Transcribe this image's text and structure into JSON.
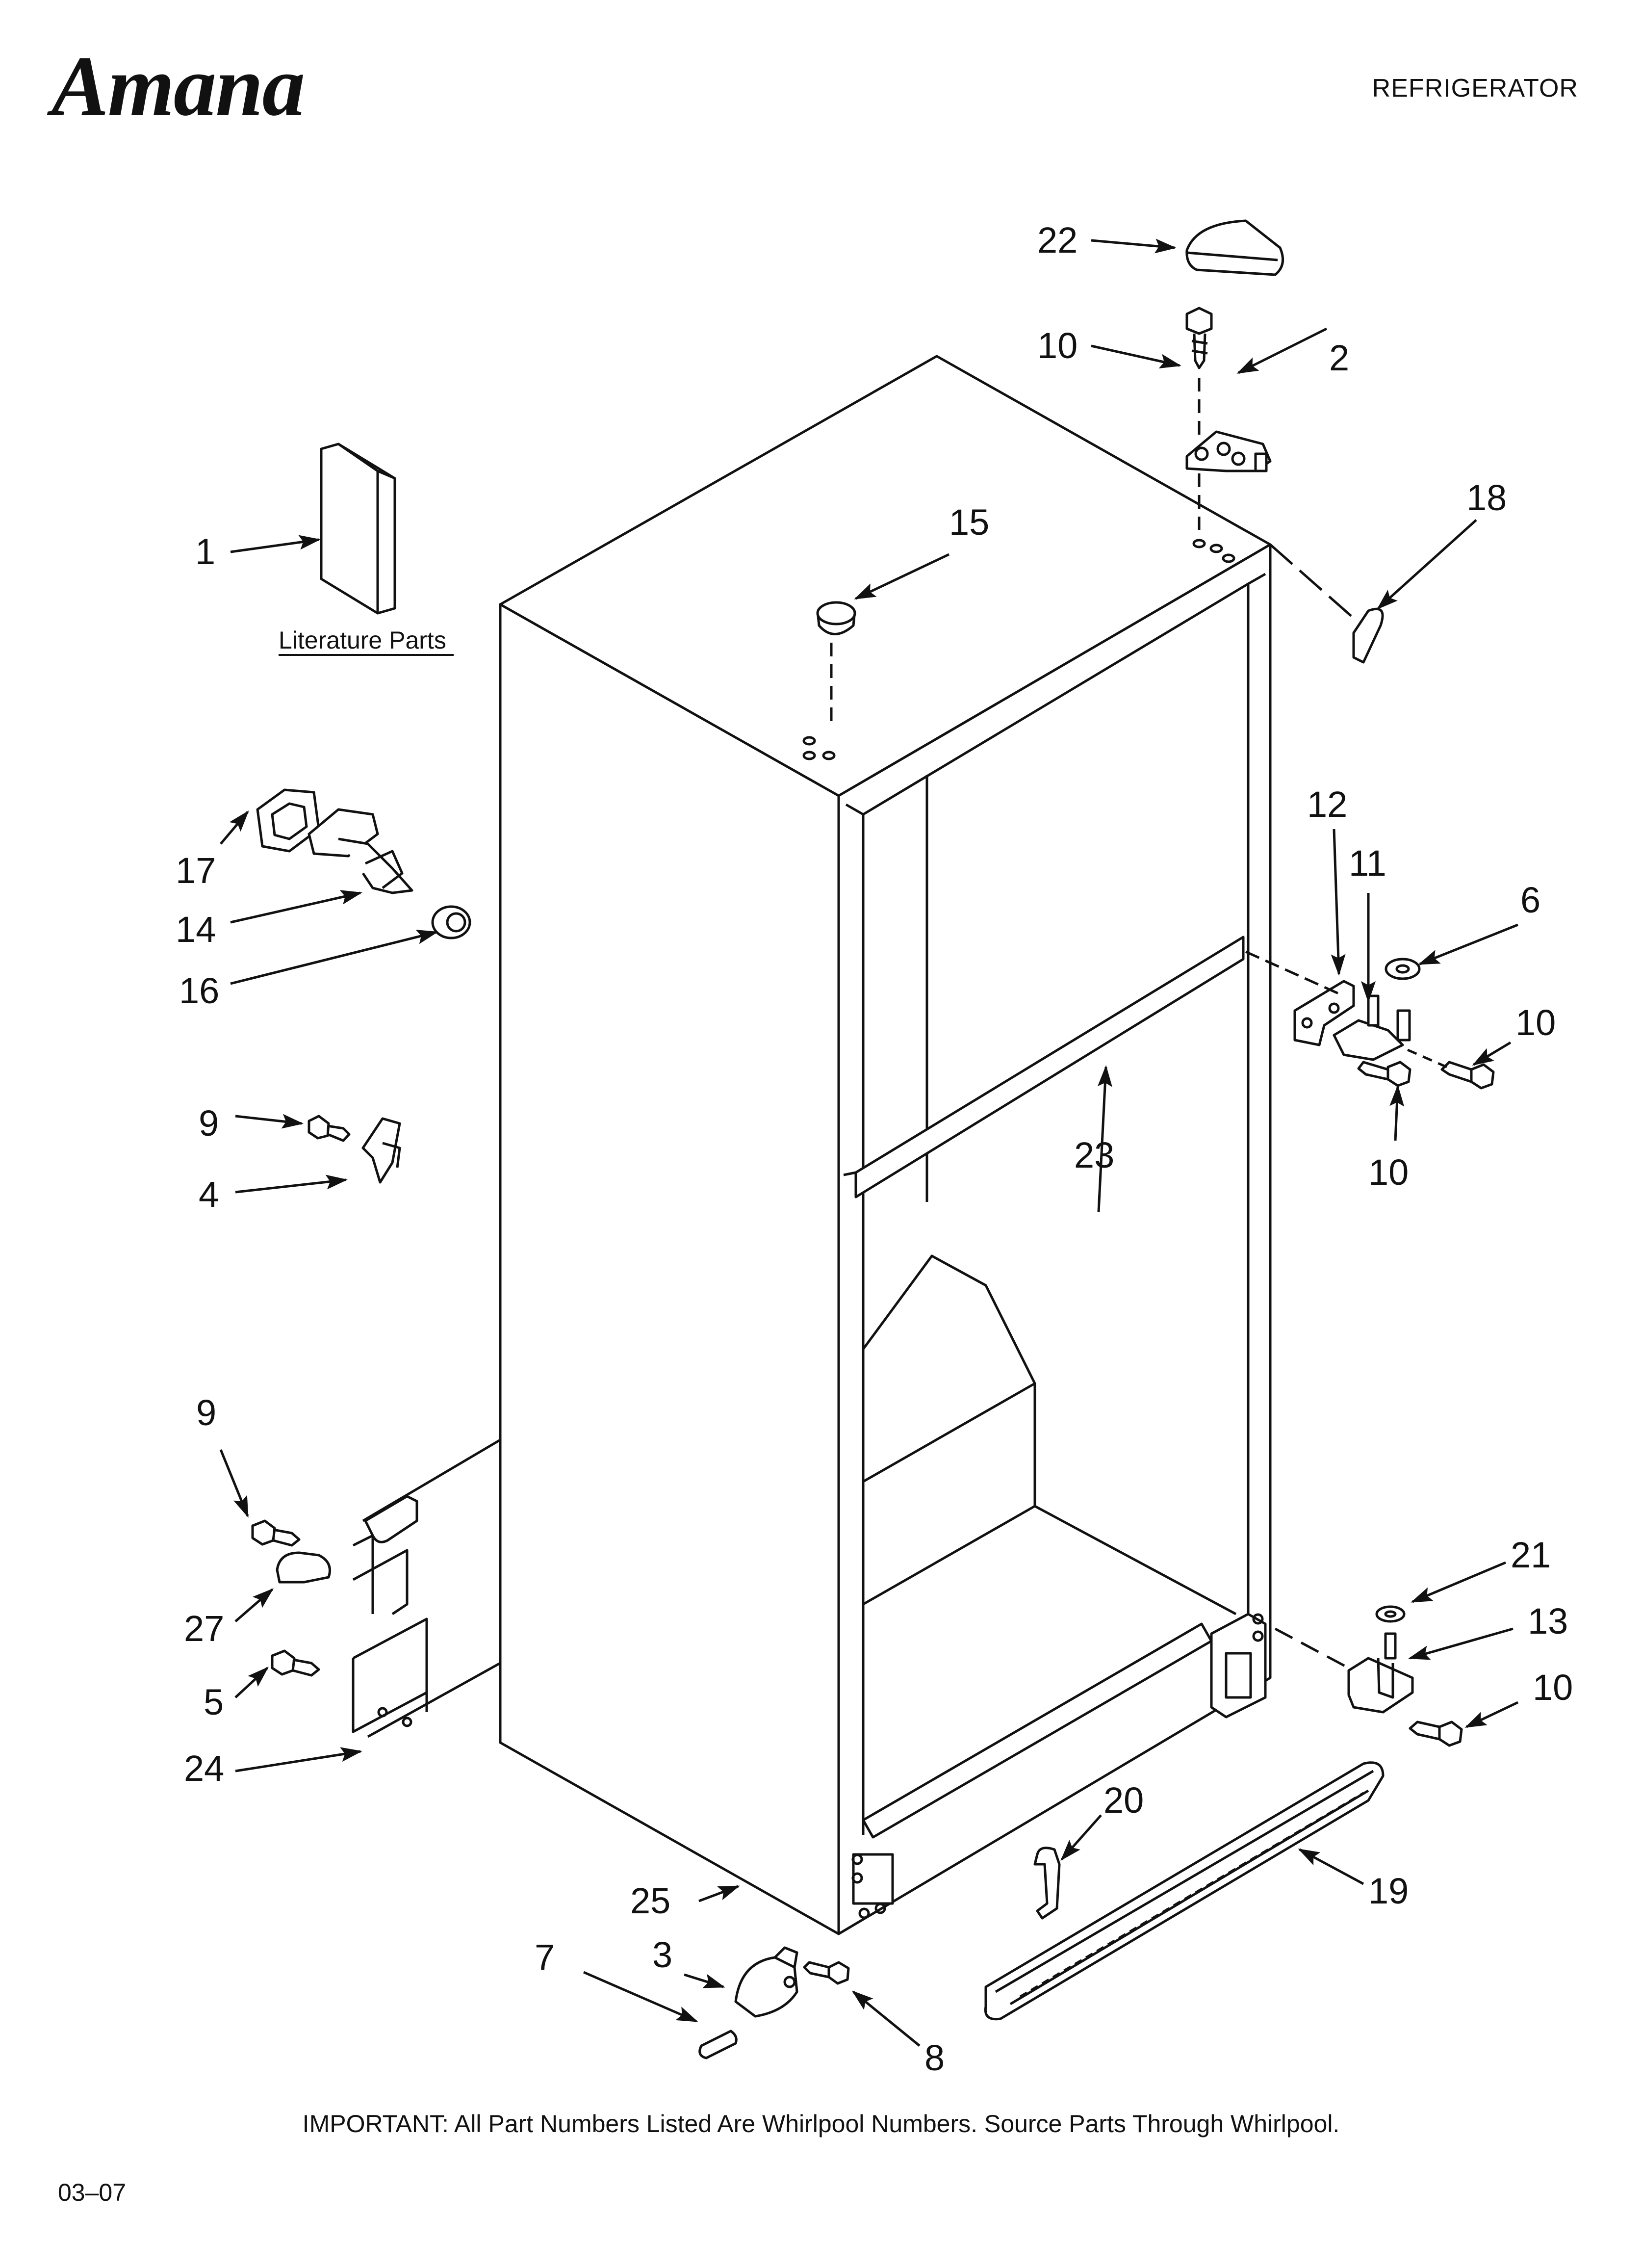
{
  "header": {
    "brand": "Amana",
    "doc_type": "REFRIGERATOR"
  },
  "diagram": {
    "callouts": [
      "22",
      "10",
      "2",
      "18",
      "1",
      "15",
      "17",
      "14",
      "16",
      "12",
      "11",
      "6",
      "10",
      "10",
      "23",
      "9",
      "4",
      "9",
      "27",
      "5",
      "24",
      "21",
      "13",
      "10",
      "20",
      "19",
      "25",
      "3",
      "7",
      "8"
    ],
    "literature_label": "Literature Parts"
  },
  "footer": {
    "note": "IMPORTANT: All Part Numbers Listed Are Whirlpool Numbers. Source Parts Through Whirlpool.",
    "date_code": "03–07"
  }
}
